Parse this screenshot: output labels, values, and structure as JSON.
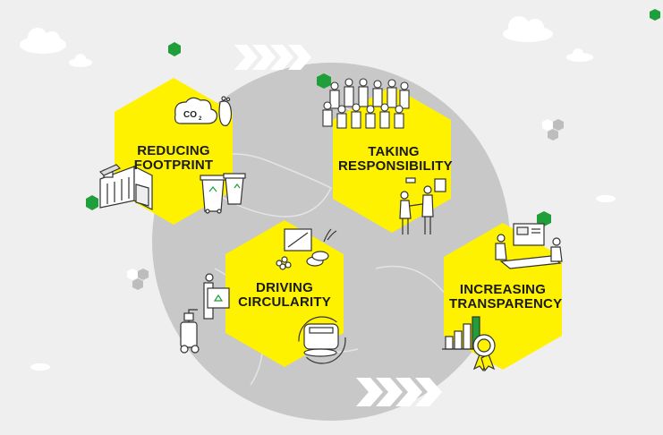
{
  "pillars": [
    {
      "id": "footprint",
      "line1": "REDUCING",
      "line2": "FOOTPRINT"
    },
    {
      "id": "responsibility",
      "line1": "TAKING",
      "line2": "RESPONSIBILITY"
    },
    {
      "id": "circularity",
      "line1": "DRIVING",
      "line2": "CIRCULARITY"
    },
    {
      "id": "transparency",
      "line1": "INCREASING",
      "line2": "TRANSPARENCY"
    }
  ],
  "co2_label": "CO",
  "co2_sub": "2",
  "colors": {
    "background": "#efefef",
    "globe": "#c8c8c8",
    "hexagon": "#fff200",
    "accent_green": "#1f9e3a",
    "line_art": "#333333"
  },
  "icons": [
    "cloud-icon",
    "chevron-arrow-icon",
    "co2-footprint-icon",
    "factory-icon",
    "recycling-bin-icon",
    "team-icon",
    "handshake-icon",
    "recycling-box-icon",
    "pressure-washer-icon",
    "scrubber-machine-icon",
    "materials-icon",
    "meeting-icon",
    "bar-chart-icon",
    "award-badge-icon"
  ]
}
